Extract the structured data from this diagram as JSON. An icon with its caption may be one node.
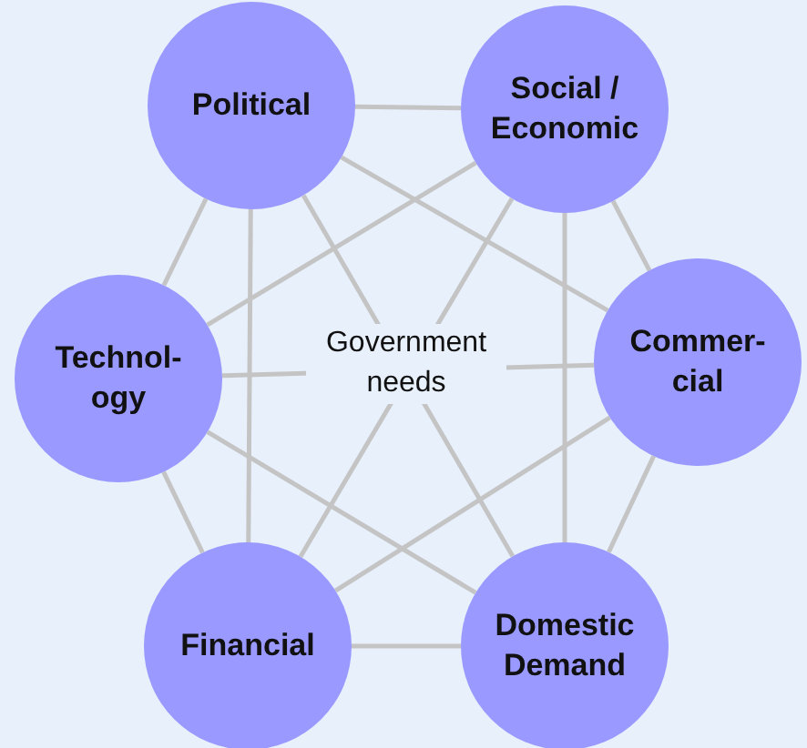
{
  "diagram": {
    "nodes": [
      {
        "text": [
          "Political"
        ]
      },
      {
        "text": [
          "Social / Economic"
        ]
      },
      {
        "text": [
          "Technol- ogy"
        ]
      },
      {
        "text": [
          "Commer- cial"
        ]
      },
      {
        "text": [
          "Financial"
        ]
      },
      {
        "text": [
          "Domestic Demand"
        ]
      }
    ],
    "edges": [
      {
        "from": 0,
        "to": 1,
        "arrow": "none"
      },
      {
        "from": 0,
        "to": 2,
        "arrow": "none"
      },
      {
        "from": 0,
        "to": 3,
        "arrow": "none"
      },
      {
        "from": 0,
        "to": 4,
        "arrow": "none"
      },
      {
        "from": 0,
        "to": 5,
        "arrow": "none"
      },
      {
        "from": 1,
        "to": 2,
        "arrow": "none"
      },
      {
        "from": 1,
        "to": 3,
        "arrow": "none"
      },
      {
        "from": 1,
        "to": 4,
        "arrow": "none"
      },
      {
        "from": 1,
        "to": 5,
        "arrow": "none"
      },
      {
        "from": 2,
        "to": 3,
        "arrow": "none"
      },
      {
        "from": 2,
        "to": 4,
        "arrow": "none"
      },
      {
        "from": 2,
        "to": 5,
        "arrow": "none"
      },
      {
        "from": 3,
        "to": 4,
        "arrow": "none"
      },
      {
        "from": 3,
        "to": 5,
        "arrow": "none"
      },
      {
        "from": 4,
        "to": 5,
        "arrow": "none"
      }
    ],
    "labels": [
      "Government needs"
    ]
  }
}
